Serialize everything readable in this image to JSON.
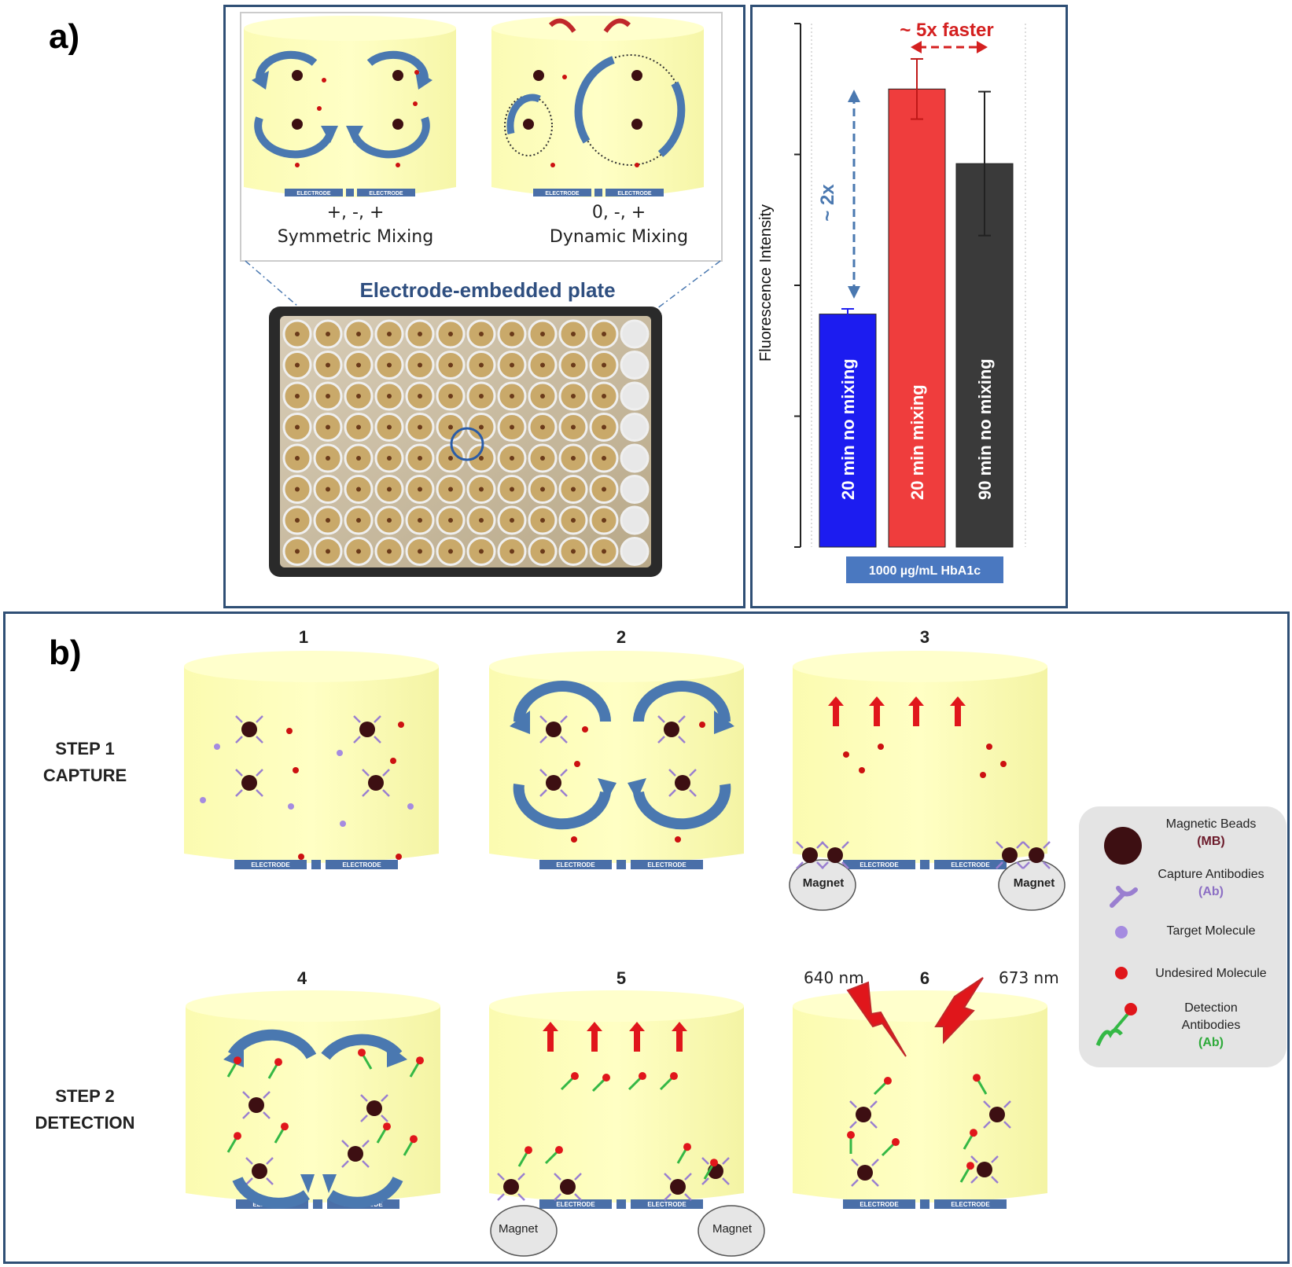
{
  "panel_a": {
    "label": "a)",
    "mixing_modes": [
      {
        "polarity": "+, -, +",
        "name": "Symmetric Mixing"
      },
      {
        "polarity": "0, -, +",
        "name": "Dynamic Mixing"
      }
    ],
    "plate_title": "Electrode-embedded plate",
    "electrode_label": "ELECTRODE"
  },
  "chart_data": {
    "type": "bar",
    "ylabel": "Fluorescence Intensity",
    "xlabel": "1000 µg/mL HbA1c",
    "ylim": [
      0,
      4
    ],
    "categories": [
      "20 min no mixing",
      "20 min mixing",
      "90 min no mixing"
    ],
    "values": [
      1.78,
      3.5,
      2.93
    ],
    "errors": [
      0.04,
      0.23,
      0.55
    ],
    "colors": [
      "#1c1cf0",
      "#ef3d3d",
      "#3a3a3a"
    ],
    "annotations": [
      {
        "text": "~ 2x",
        "color": "#4a78b0"
      },
      {
        "text": "~ 5x faster",
        "color": "#d42020"
      }
    ]
  },
  "panel_b": {
    "label": "b)",
    "step1_title": [
      "STEP 1",
      "CAPTURE"
    ],
    "step2_title": [
      "STEP 2",
      "DETECTION"
    ],
    "steps": [
      "1",
      "2",
      "3",
      "4",
      "5",
      "6"
    ],
    "magnet_label": "Magnet",
    "electrode_label": "ELECTRODE",
    "wavelengths": [
      "640 nm",
      "673 nm"
    ],
    "legend": [
      {
        "name": "Magnetic Beads",
        "abbr": "(MB)",
        "abbr_color": "#6b1a2a"
      },
      {
        "name": "Capture Antibodies",
        "abbr": "(Ab)",
        "abbr_color": "#8c6fc4"
      },
      {
        "name": "Target Molecule",
        "abbr": ""
      },
      {
        "name": "Undesired Molecule",
        "abbr": ""
      },
      {
        "name": "Detection Antibodies",
        "abbr": "(Ab)",
        "abbr_color": "#2eaa3a"
      }
    ]
  }
}
